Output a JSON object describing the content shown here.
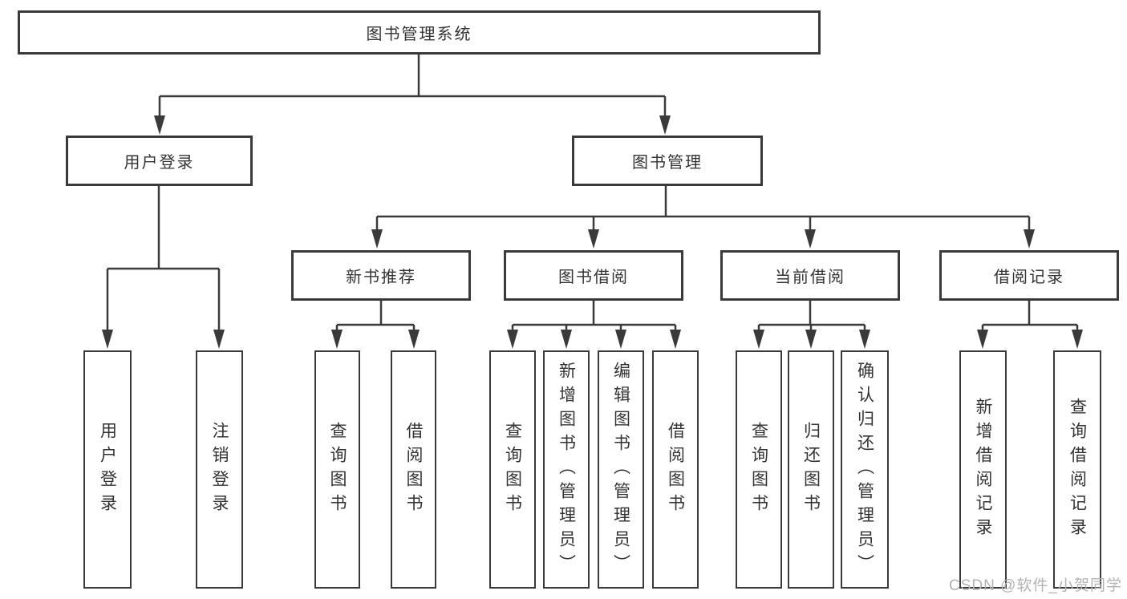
{
  "title": {
    "label": "图书管理系统"
  },
  "level2": {
    "user_login": "用户登录",
    "book_management": "图书管理"
  },
  "level3": {
    "new_book_recommend": "新书推荐",
    "book_borrow": "图书借阅",
    "current_borrow": "当前借阅",
    "borrow_records": "借阅记录"
  },
  "leaves": {
    "user_login": [
      "用户登录",
      "注销登录"
    ],
    "new_book_recommend": [
      "查询图书",
      "借阅图书"
    ],
    "book_borrow": [
      "查询图书",
      "新增图书（管理员）",
      "编辑图书（管理员）",
      "借阅图书"
    ],
    "current_borrow": [
      "查询图书",
      "归还图书",
      "确认归还（管理员）"
    ],
    "borrow_records": [
      "新增借阅记录",
      "查询借阅记录"
    ]
  },
  "watermark": "CSDN @软件_小贺同学",
  "colors": {
    "line": "#3a3a3a",
    "text": "#333333",
    "watermark": "#b3b3b3",
    "background": "#ffffff"
  }
}
